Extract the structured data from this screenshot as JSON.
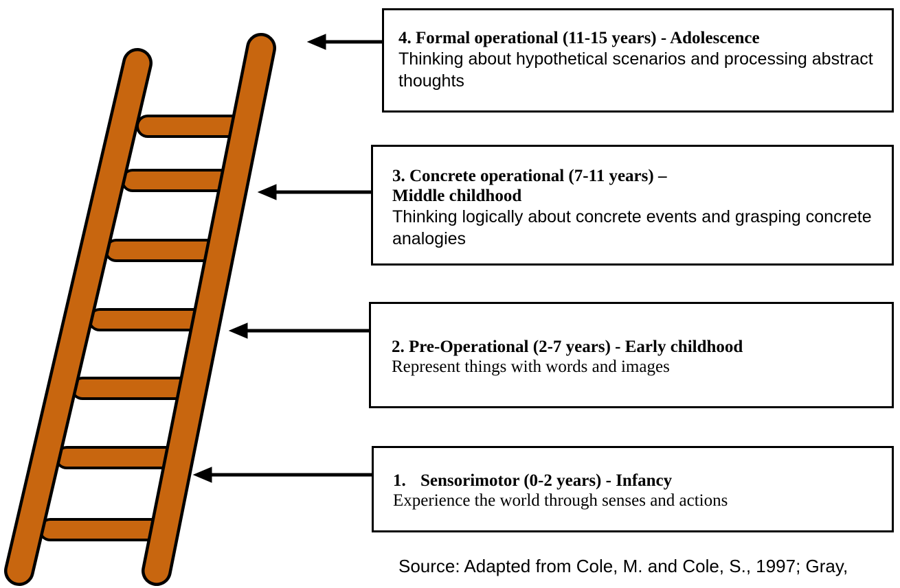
{
  "stages": [
    {
      "title": "4.  Formal operational (11-15 years) - Adolescence",
      "description": "Thinking about hypothetical scenarios and processing abstract thoughts"
    },
    {
      "title_line1": "3. Concrete operational (7-11 years)",
      "title_dash": "–",
      "title_line2": "Middle childhood",
      "description": "Thinking logically about concrete events and grasping concrete analogies"
    },
    {
      "title": "2. Pre-Operational (2-7 years) - Early childhood",
      "description": "Represent things with words and images"
    },
    {
      "number": "1.",
      "title": "Sensorimotor (0-2 years) - Infancy",
      "description": "Experience the world through senses and actions"
    }
  ],
  "source": "Source: Adapted from Cole, M. and Cole, S., 1997; Gray,",
  "colors": {
    "ladder_fill": "#c8660f",
    "ladder_outline": "#000000",
    "arrow": "#000000",
    "box_border": "#000000"
  },
  "icons": {
    "ladder": "ladder-icon",
    "arrow": "arrow-left-icon"
  }
}
